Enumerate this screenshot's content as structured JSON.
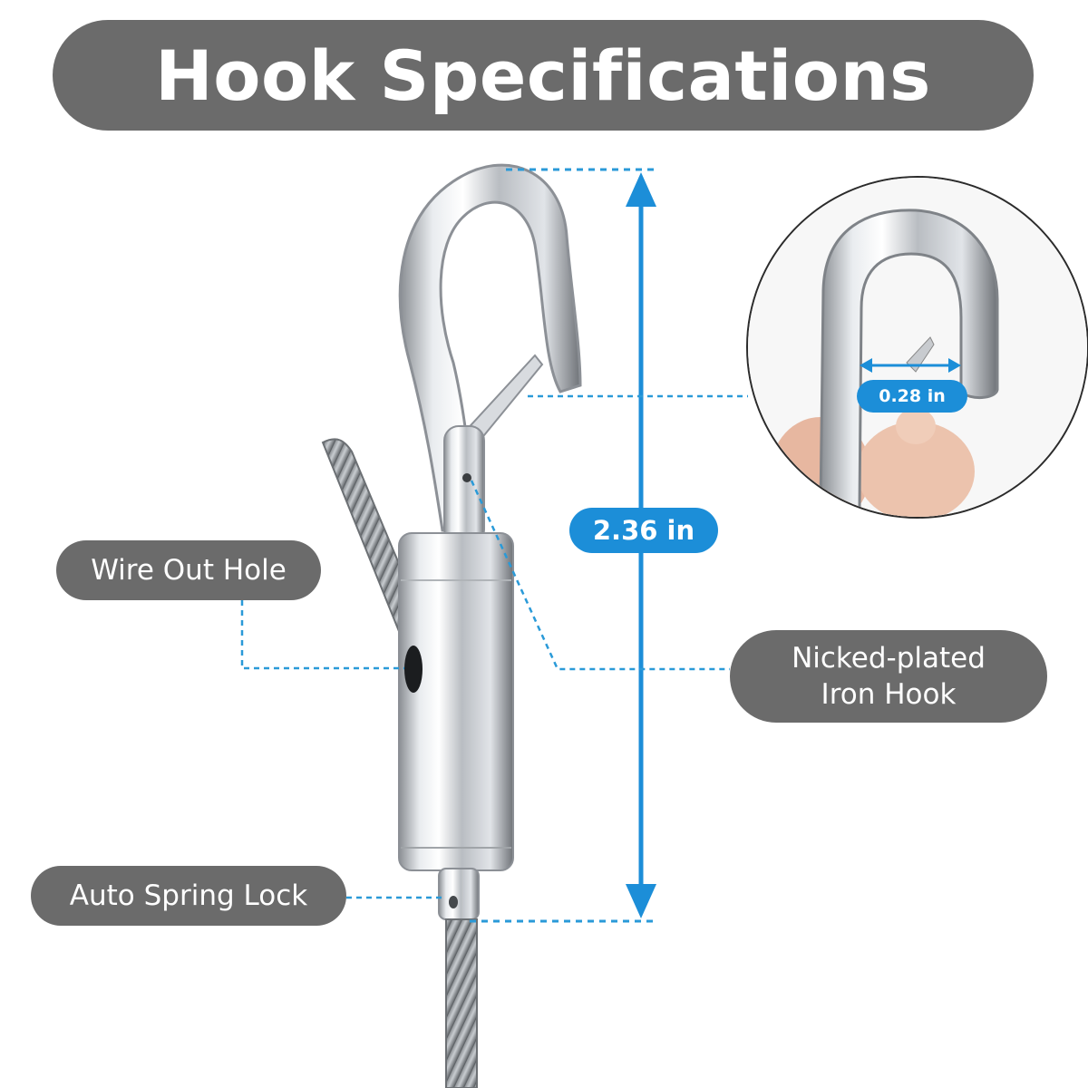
{
  "title": "Hook Specifications",
  "labels": {
    "wire_out_hole": "Wire Out Hole",
    "auto_spring_lock": "Auto Spring Lock",
    "hook_material_line1": "Nicked-plated",
    "hook_material_line2": "Iron Hook"
  },
  "dimensions": {
    "height": "2.36 in",
    "opening": "0.28 in"
  },
  "colors": {
    "pill_bg": "#6b6b6b",
    "accent_blue": "#1c8ed8",
    "dash_blue": "#2a9ad8"
  }
}
